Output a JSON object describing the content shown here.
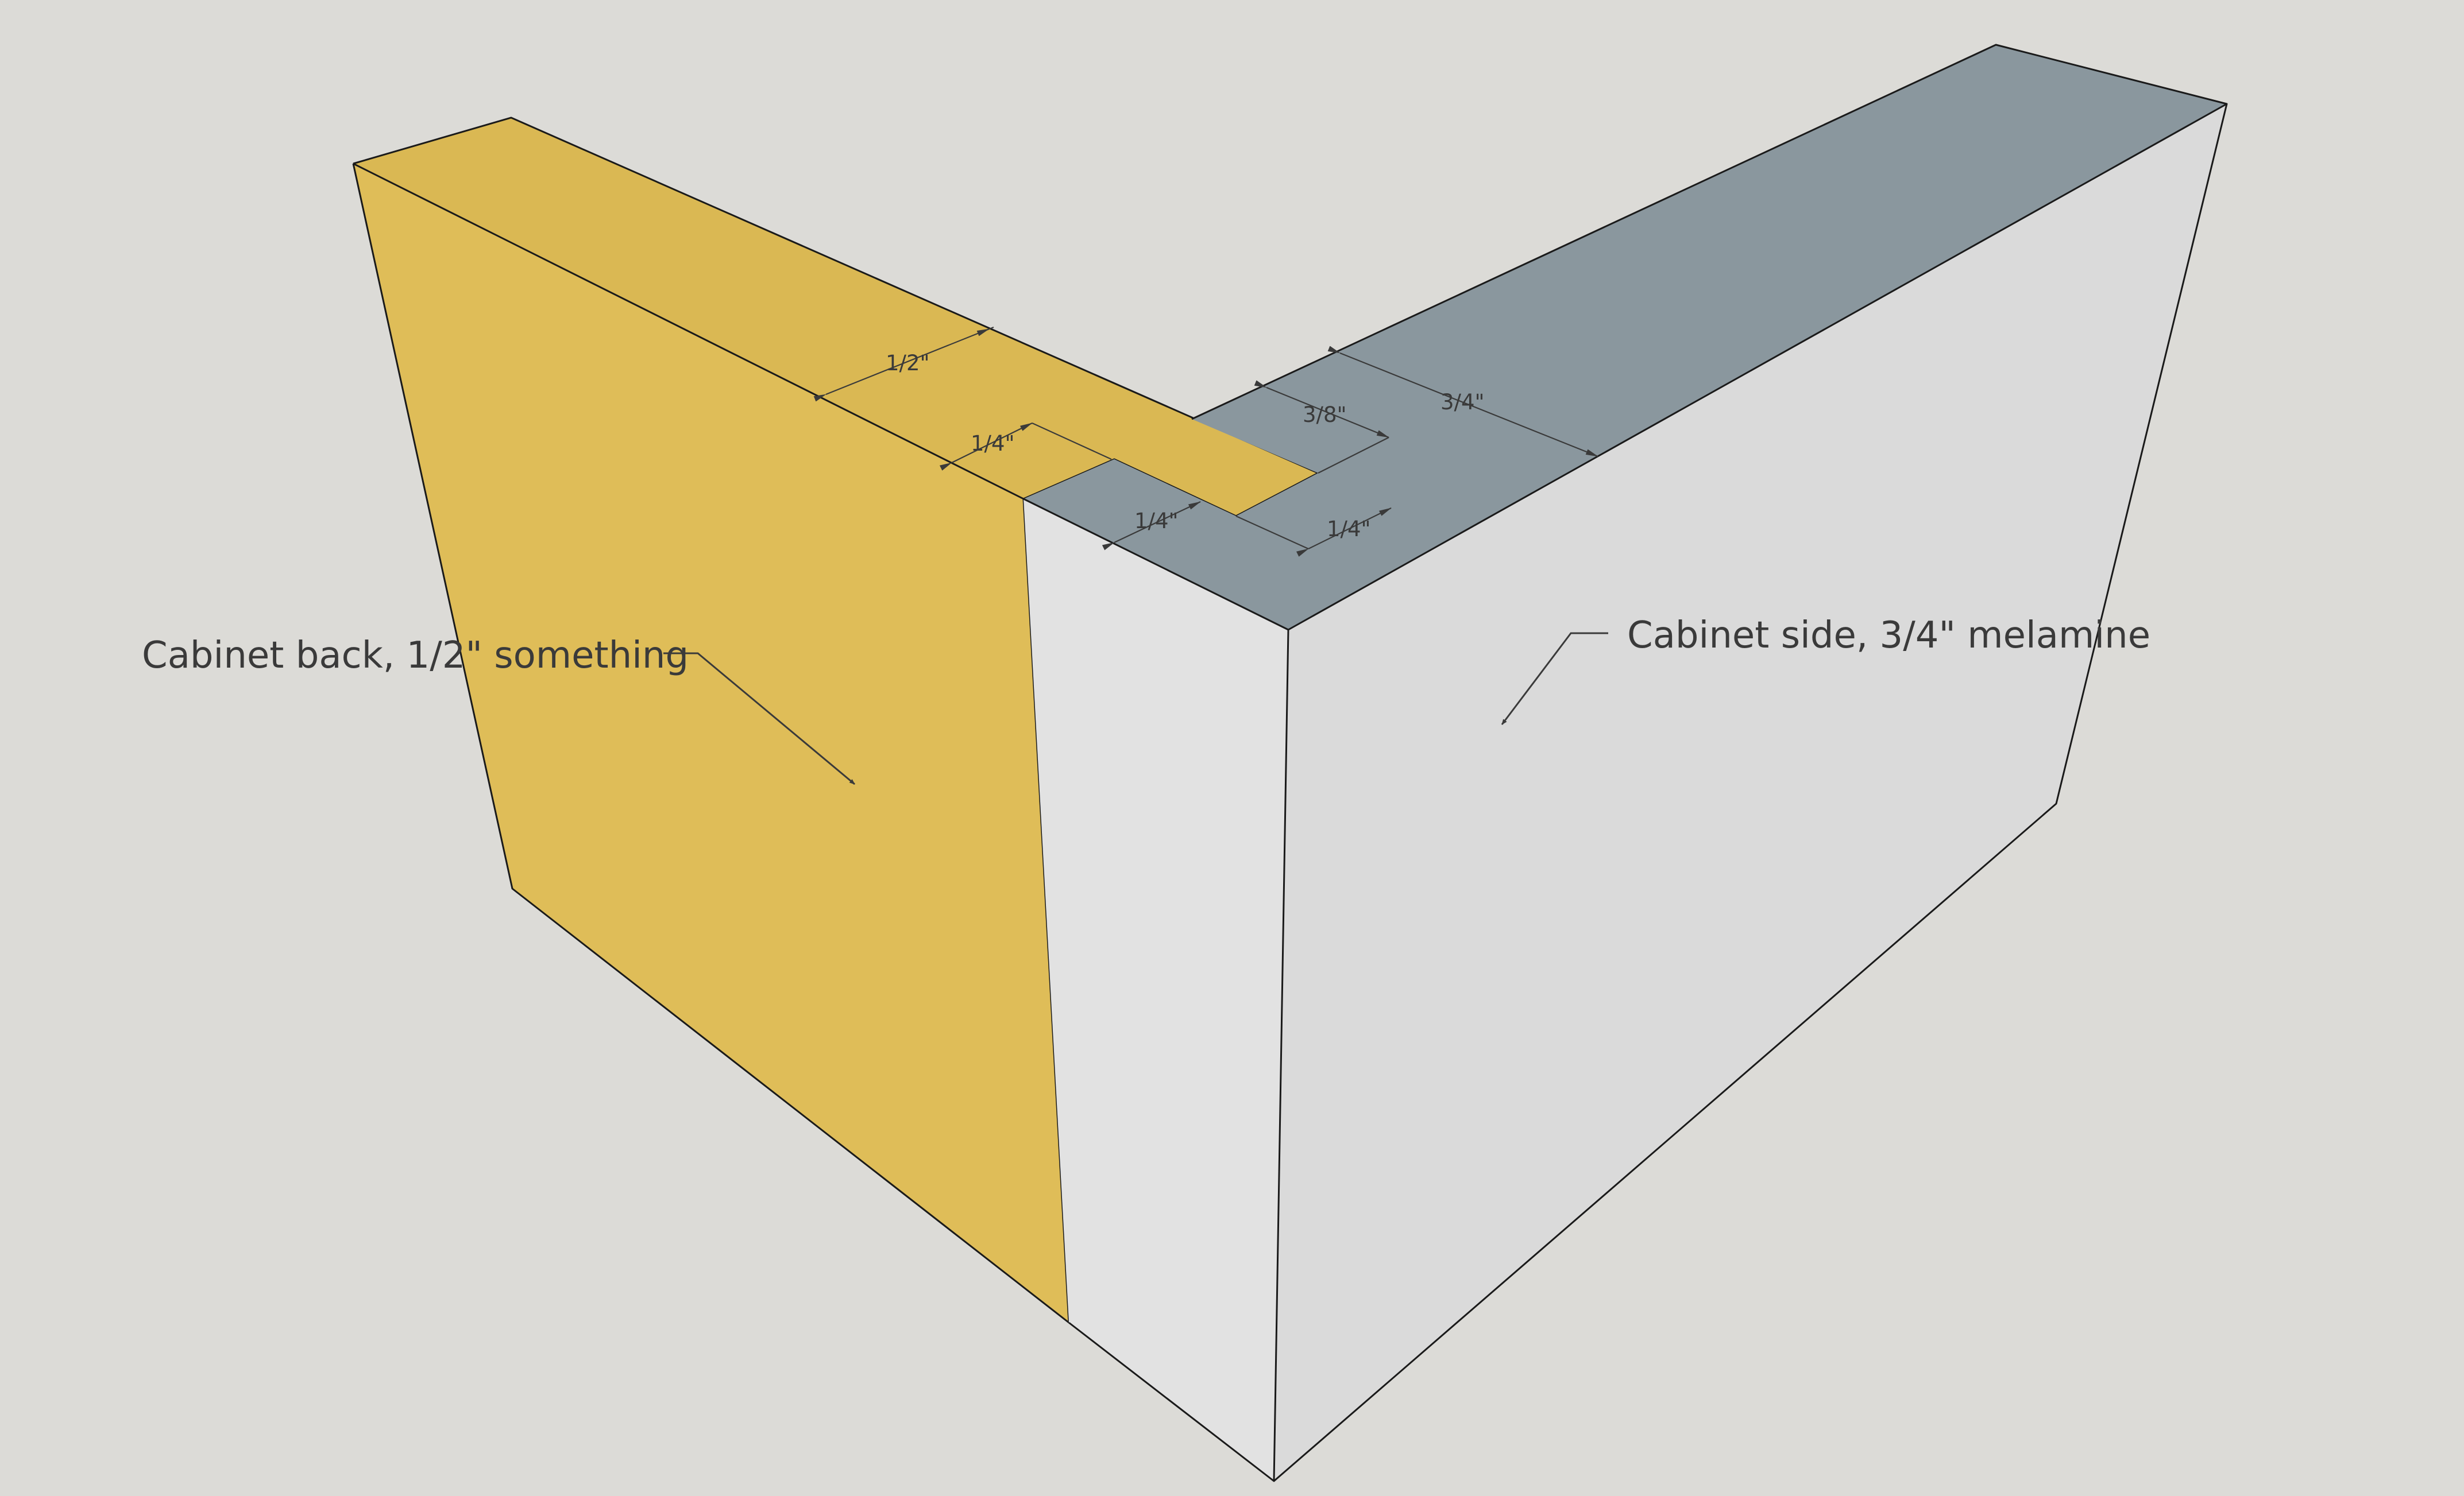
{
  "labels": {
    "back_callout": "Cabinet back, 1/2\" something",
    "side_callout": "Cabinet side, 3/4\" melamine"
  },
  "dimensions": {
    "back_half": "1/2\"",
    "back_rebate_quarter": "1/4\"",
    "side_three_eighths": "3/8\"",
    "side_three_quarters": "3/4\"",
    "side_front_quarter": "1/4\"",
    "side_edge_quarter": "1/4\""
  },
  "colors": {
    "background": "#dcdbd7",
    "back_panel_face": "#dfbd58",
    "back_panel_top": "#dab853",
    "side_panel_face": "#dadada",
    "side_panel_end": "#e2e2e2",
    "side_panel_top": "#8a979e",
    "edge": "#1a1a1a",
    "annotation": "#3a3a3a"
  }
}
